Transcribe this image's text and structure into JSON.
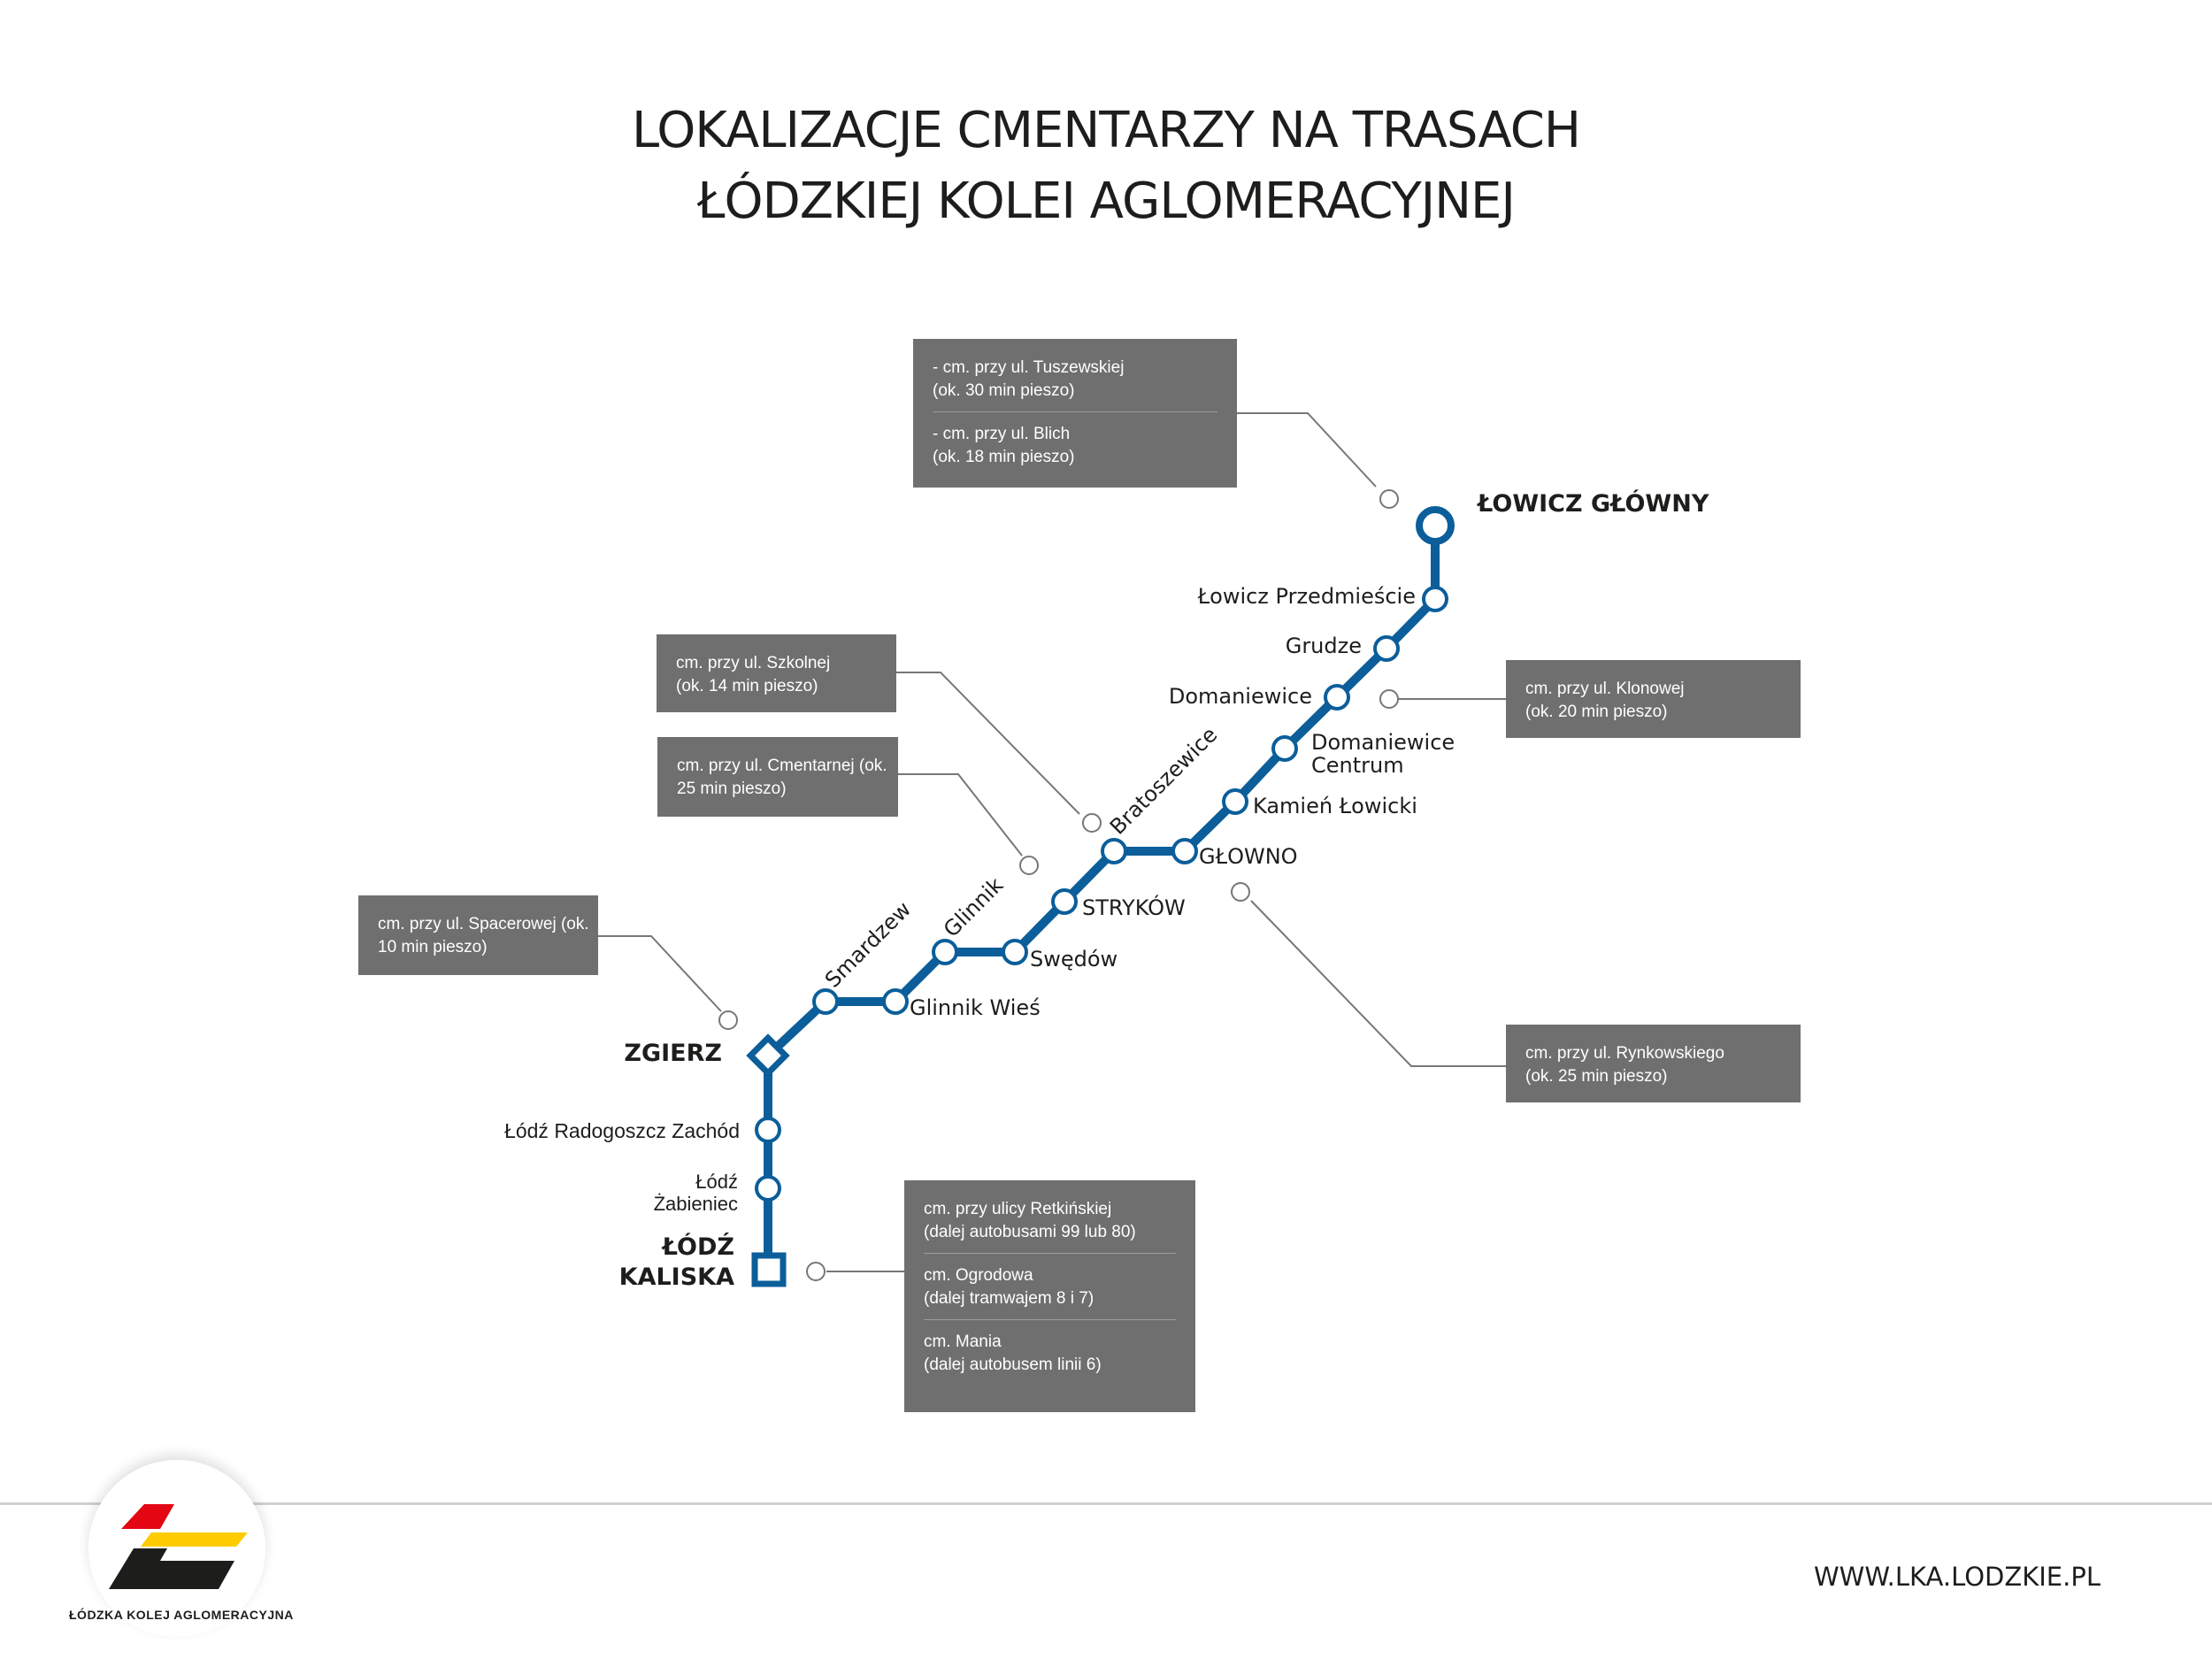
{
  "title": {
    "line1": "LOKALIZACJE CMENTARZY NA TRASACH",
    "line2": "ŁÓDZKIEJ KOLEI AGLOMERACYJNEJ"
  },
  "colors": {
    "line": "#0b5e9a",
    "box": "#706f6f",
    "leader": "#777777",
    "text": "#1d1d1b"
  },
  "stations": {
    "lowicz_glowny": "ŁOWICZ GŁÓWNY",
    "lowicz_przedmiescie": "Łowicz Przedmieście",
    "grudze": "Grudze",
    "domaniewice": "Domaniewice",
    "domaniewice_centrum_1": "Domaniewice",
    "domaniewice_centrum_2": "Centrum",
    "kamien_lowicki": "Kamień Łowicki",
    "glowno": "GŁOWNO",
    "bratoszewice": "Bratoszewice",
    "strykow": "STRYKÓW",
    "swedow": "Swędów",
    "glinnik": "Glinnik",
    "glinnik_wies": "Glinnik Wieś",
    "smardzew": "Smardzew",
    "zgierz": "ZGIERZ",
    "radogoszcz": "Łódź Radogoszcz Zachód",
    "zabieniec_1": "Łódź",
    "zabieniec_2": "Żabieniec",
    "kaliska_1": "ŁÓDŹ",
    "kaliska_2": "KALISKA"
  },
  "cemetery_boxes": {
    "lowicz": [
      "- cm. przy ul. Tuszewskiej",
      "(ok. 30 min pieszo)",
      "- cm. przy ul. Blich",
      "(ok. 18 min pieszo)"
    ],
    "domaniewice": [
      "cm. przy ul. Klonowej",
      "(ok. 20 min pieszo)"
    ],
    "bratoszewice": [
      "cm. przy ul. Szkolnej",
      "(ok. 14 min pieszo)"
    ],
    "strykow": [
      "cm. przy ul. Cmentarnej (ok.",
      "25 min pieszo)"
    ],
    "zgierz": [
      "cm. przy ul. Spacerowej (ok.",
      "10 min pieszo)"
    ],
    "glowno": [
      "cm. przy ul. Rynkowskiego",
      "(ok. 25 min pieszo)"
    ],
    "lodz": [
      "cm. przy ulicy Retkińskiej",
      "(dalej autobusami 99 lub 80)",
      "cm. Ogrodowa",
      "(dalej tramwajem 8 i 7)",
      "cm. Mania",
      "(dalej autobusem linii 6)"
    ]
  },
  "footer": {
    "logo_text": "ŁÓDZKA KOLEJ AGLOMERACYJNA",
    "website": "WWW.LKA.LODZKIE.PL"
  }
}
